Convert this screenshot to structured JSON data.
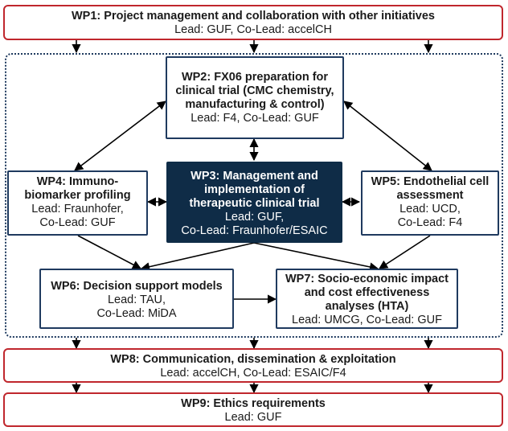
{
  "wp1": {
    "title": "WP1: Project management and collaboration with other initiatives",
    "lead": "Lead: GUF, Co-Lead: accelCH"
  },
  "wp2": {
    "title_l1": "WP2: FX06 preparation for",
    "title_l2": "clinical trial (CMC chemistry,",
    "title_l3": "manufacturing & control)",
    "lead": "Lead: F4, Co-Lead: GUF"
  },
  "wp3": {
    "title_l1": "WP3: Management and",
    "title_l2": "implementation of",
    "title_l3": "therapeutic clinical trial",
    "lead": "Lead: GUF,",
    "colead": "Co-Lead: Fraunhofer/ESAIC"
  },
  "wp4": {
    "title_l1": "WP4: Immuno-",
    "title_l2": "biomarker profiling",
    "lead": "Lead: Fraunhofer,",
    "colead": "Co-Lead: GUF"
  },
  "wp5": {
    "title_l1": "WP5: Endothelial cell",
    "title_l2": "assessment",
    "lead": "Lead: UCD,",
    "colead": "Co-Lead: F4"
  },
  "wp6": {
    "title": "WP6: Decision support models",
    "lead": "Lead: TAU,",
    "colead": "Co-Lead: MiDA"
  },
  "wp7": {
    "title_l1": "WP7: Socio-economic impact",
    "title_l2": "and cost effectiveness",
    "title_l3": "analyses (HTA)",
    "lead": "Lead: UMCG, Co-Lead: GUF"
  },
  "wp8": {
    "title": "WP8: Communication, dissemination & exploitation",
    "lead": "Lead: accelCH, Co-Lead: ESAIC/F4"
  },
  "wp9": {
    "title": "WP9: Ethics requirements",
    "lead": "Lead: GUF"
  },
  "colors": {
    "red": "#c0272d",
    "navy": "#1f3a5f",
    "dark_fill": "#0f2c47"
  }
}
